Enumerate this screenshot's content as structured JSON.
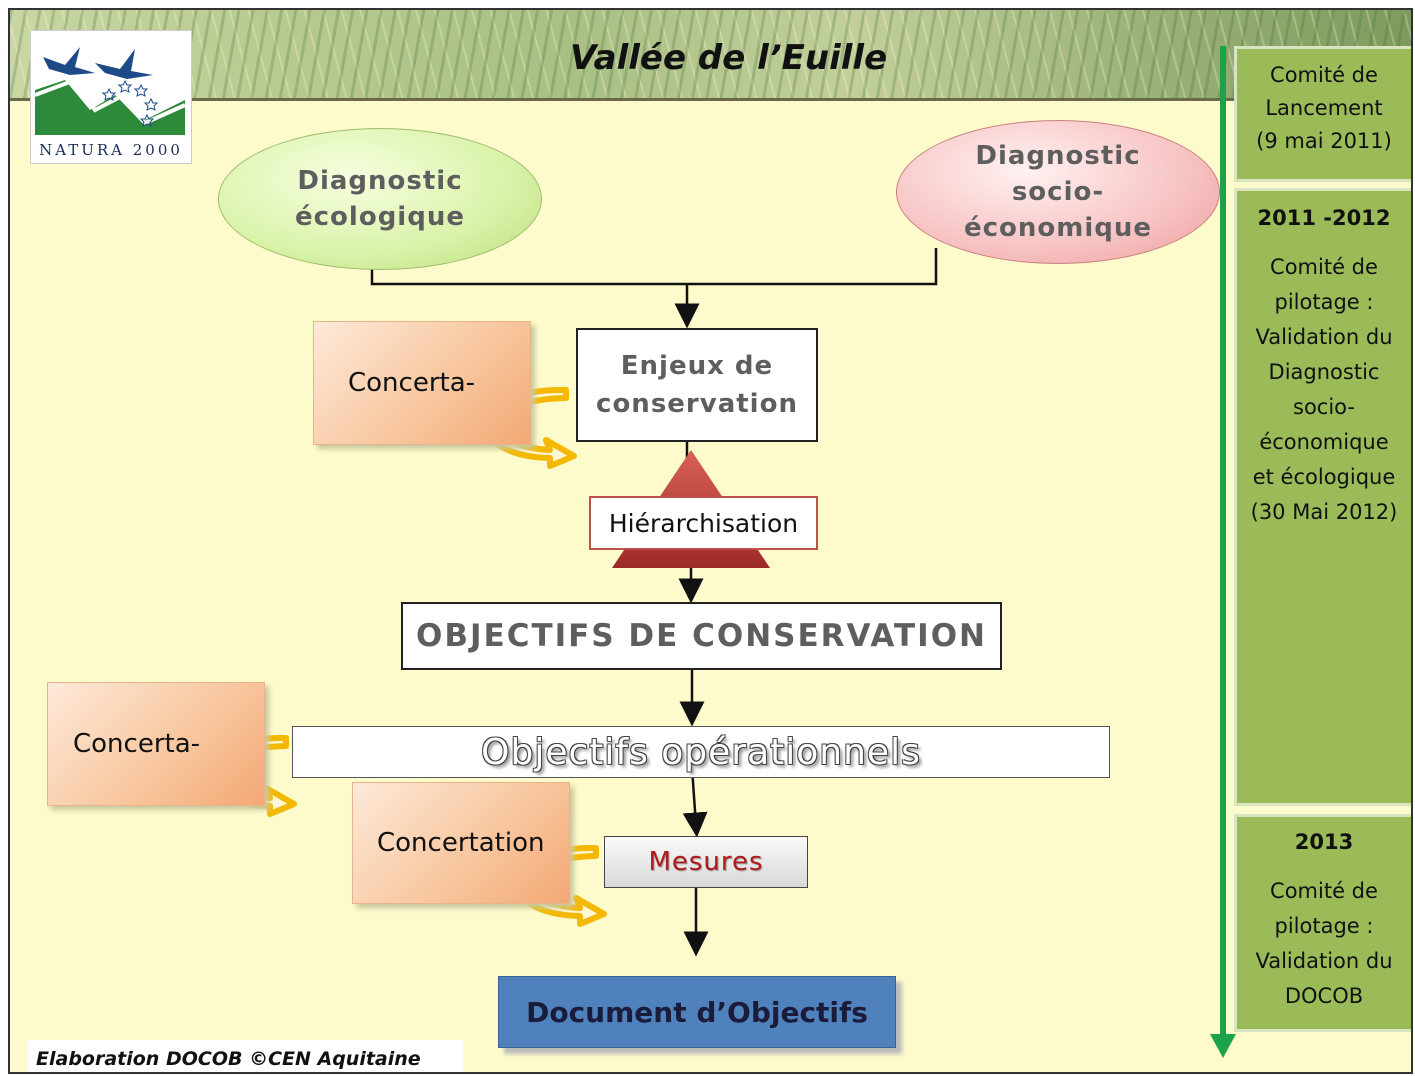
{
  "header": {
    "title": "Vallée de l’Euille"
  },
  "logo": {
    "text": "NATURA 2000"
  },
  "diagram": {
    "diagnostic_ecologique": [
      "Diagnostic",
      "écologique"
    ],
    "diagnostic_socio": [
      "Diagnostic",
      "socio-",
      "économique"
    ],
    "enjeux": [
      "Enjeux de",
      "conservation"
    ],
    "hierarchisation": "Hiérarchisation",
    "objectifs_conservation": "OBJECTIFS DE CONSERVATION",
    "objectifs_operationnels": "Objectifs opérationnels",
    "mesures": "Mesures",
    "document": "Document d’Objectifs",
    "concertation_1": "Concerta-",
    "concertation_2": "Concerta-",
    "concertation_3": "Concertation"
  },
  "timeline": {
    "step1": [
      "Comité de",
      "Lancement",
      "(9 mai 2011)"
    ],
    "step2": {
      "year": "2011 -2012",
      "lines": [
        "Comité de",
        "pilotage :",
        "Validation du",
        "Diagnostic",
        "socio-",
        "économique",
        "et écologique",
        "(30 Mai 2012)"
      ]
    },
    "step3": {
      "year": "2013",
      "lines": [
        "Comité de",
        "pilotage :",
        "Validation du",
        "DOCOB"
      ]
    }
  },
  "footer": "Elaboration DOCOB ©CEN Aquitaine",
  "colors": {
    "background": "#fdfbcb",
    "timeline_green": "#9bbb59",
    "timeline_line": "#1aa34a",
    "docob_blue": "#4f81bd",
    "mesures_red": "#b01a1a",
    "triangle_red": "#c0504d",
    "arrow_gold": "#f5b800"
  }
}
